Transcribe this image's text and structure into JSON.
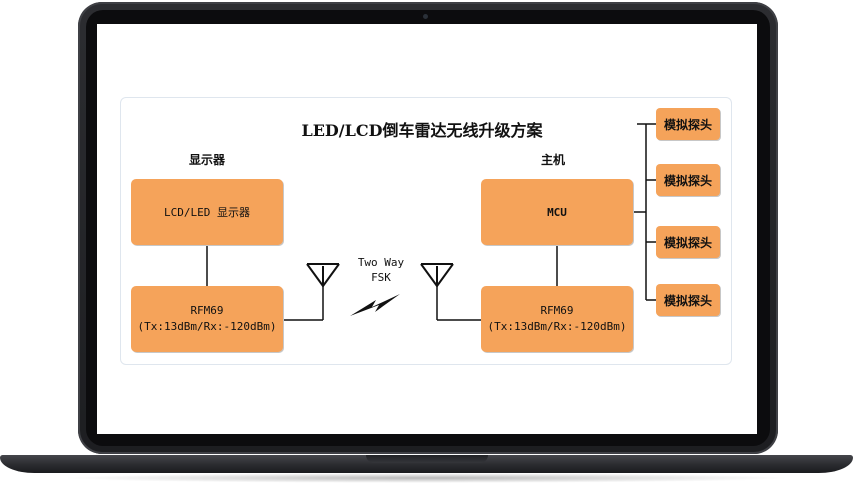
{
  "diagram": {
    "title": "LED/LCD倒车雷达无线升级方案",
    "display_section": "显示器",
    "host_section": "主机",
    "lcd_box": "LCD/LED 显示器",
    "rf_left": {
      "name": "RFM69",
      "spec": "(Tx:13dBm/Rx:-120dBm)"
    },
    "mcu_box": "MCU",
    "rf_right": {
      "name": "RFM69",
      "spec": "(Tx:13dBm/Rx:-120dBm)"
    },
    "link": {
      "line1": "Two Way",
      "line2": "FSK"
    },
    "probes": [
      "模拟探头",
      "模拟探头",
      "模拟探头",
      "模拟探头"
    ]
  },
  "colors": {
    "box_fill": "#f5a35a",
    "wire": "#111111",
    "laptop_body": "#2c2d31"
  },
  "icons": [
    "antenna-icon",
    "lightning-bolt-icon"
  ]
}
